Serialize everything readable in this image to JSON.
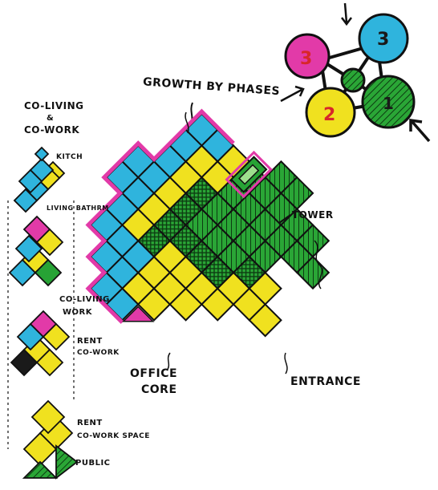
{
  "title": "GROWTH BY PHASES",
  "labels": {
    "co_living": "CO-LIVING",
    "amp": "&",
    "co_work": "CO-WORK",
    "kitchen": "KITCH",
    "living_bathroom": "LIVING BATHRM",
    "tower": "TOWER",
    "office_core": "OFFICE",
    "office_core2": "CORE",
    "entrance": "ENTRANCE",
    "co_living_work": "CO-LIVING",
    "co_living_work2": "WORK",
    "rent_co_work": "RENT",
    "rent_co_work2": "CO-WORK",
    "rent_co_work_space": "RENT",
    "rent_co_work_space2": "CO-WORK SPACE",
    "public": "PUBLIC"
  },
  "phases": [
    {
      "number": "3",
      "color": "#e23aa8"
    },
    {
      "number": "3",
      "color": "#2fb4dd"
    },
    {
      "number": "2",
      "color": "#f0e11f"
    },
    {
      "number": "1",
      "color": "#27a335"
    }
  ],
  "colors": {
    "pink": "#e23aa8",
    "cyan": "#2fb4dd",
    "yellow": "#f0e11f",
    "green": "#27a335",
    "ink": "#111111"
  }
}
